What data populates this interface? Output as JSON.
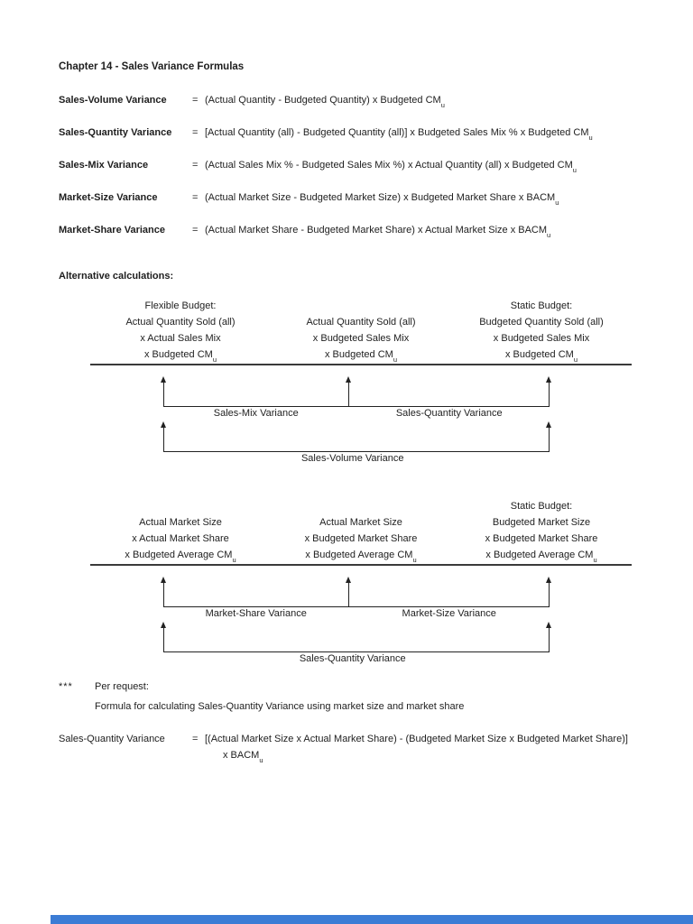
{
  "title": "Chapter 14 - Sales Variance Formulas",
  "formulas": [
    {
      "label": "Sales-Volume Variance",
      "eq": "=",
      "body": "(Actual Quantity - Budgeted Quantity) x Budgeted CM",
      "sub": "u"
    },
    {
      "label": "Sales-Quantity Variance",
      "eq": "=",
      "body": "[Actual Quantity (all) - Budgeted Quantity (all)] x Budgeted Sales Mix % x Budgeted CM",
      "sub": "u"
    },
    {
      "label": "Sales-Mix Variance",
      "eq": "=",
      "body": "(Actual Sales Mix % - Budgeted Sales Mix %) x Actual Quantity (all) x Budgeted CM",
      "sub": "u"
    },
    {
      "label": "Market-Size Variance",
      "eq": "=",
      "body": "(Actual Market Size - Budgeted Market Size) x Budgeted Market Share x BACM",
      "sub": "u"
    },
    {
      "label": "Market-Share Variance",
      "eq": "=",
      "body": "(Actual Market Share - Budgeted Market Share) x Actual Market Size x BACM",
      "sub": "u"
    }
  ],
  "alt_heading": "Alternative calculations:",
  "diagram1": {
    "columns": [
      {
        "header": "Flexible Budget:",
        "l1": "Actual Quantity Sold (all)",
        "l2": "x Actual Sales Mix",
        "l3": "x Budgeted CM",
        "sub": "u"
      },
      {
        "header": "",
        "l1": "Actual Quantity Sold (all)",
        "l2": "x Budgeted Sales Mix",
        "l3": "x Budgeted CM",
        "sub": "u"
      },
      {
        "header": "Static Budget:",
        "l1": "Budgeted Quantity Sold (all)",
        "l2": "x Budgeted Sales Mix",
        "l3": "x Budgeted CM",
        "sub": "u"
      }
    ],
    "labels": {
      "left": "Sales-Mix Variance",
      "right": "Sales-Quantity Variance",
      "bottom": "Sales-Volume Variance"
    }
  },
  "diagram2": {
    "columns": [
      {
        "header": "",
        "l1": "Actual Market Size",
        "l2": "x Actual Market Share",
        "l3": "x Budgeted Average CM",
        "sub": "u"
      },
      {
        "header": "",
        "l1": "Actual Market Size",
        "l2": "x Budgeted Market Share",
        "l3": "x Budgeted Average CM",
        "sub": "u"
      },
      {
        "header": "Static Budget:",
        "l1": "Budgeted Market Size",
        "l2": "x Budgeted Market Share",
        "l3": "x Budgeted Average CM",
        "sub": "u"
      }
    ],
    "labels": {
      "left": "Market-Share Variance",
      "right": "Market-Size Variance",
      "bottom": "Sales-Quantity Variance"
    }
  },
  "note": {
    "stars": "***",
    "line1": "Per request:",
    "line2": "Formula for calculating Sales-Quantity Variance using market size and market share"
  },
  "bottom_formula": {
    "label": "Sales-Quantity Variance",
    "eq": "=",
    "body": "[(Actual Market Size x Actual Market Share) - (Budgeted Market Size x Budgeted Market Share)]",
    "line2": "x BACM",
    "sub": "u"
  },
  "colors": {
    "bottom_bar": "#3b7cd5",
    "text": "#1e1e1e"
  }
}
